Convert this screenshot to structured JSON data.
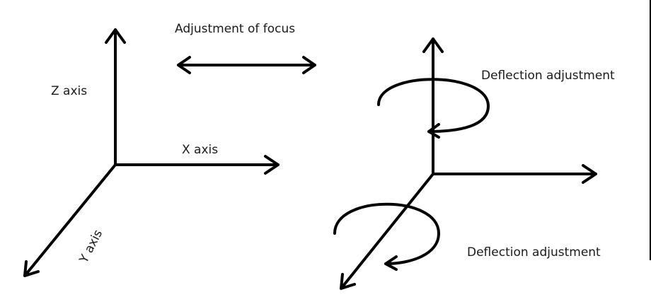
{
  "labels": {
    "focus": "Adjustment of focus",
    "z_axis": "Z axis",
    "x_axis": "X axis",
    "y_axis": "Y axis",
    "deflection_top": "Deflection adjustment",
    "deflection_bottom": "Deflection adjustment"
  }
}
